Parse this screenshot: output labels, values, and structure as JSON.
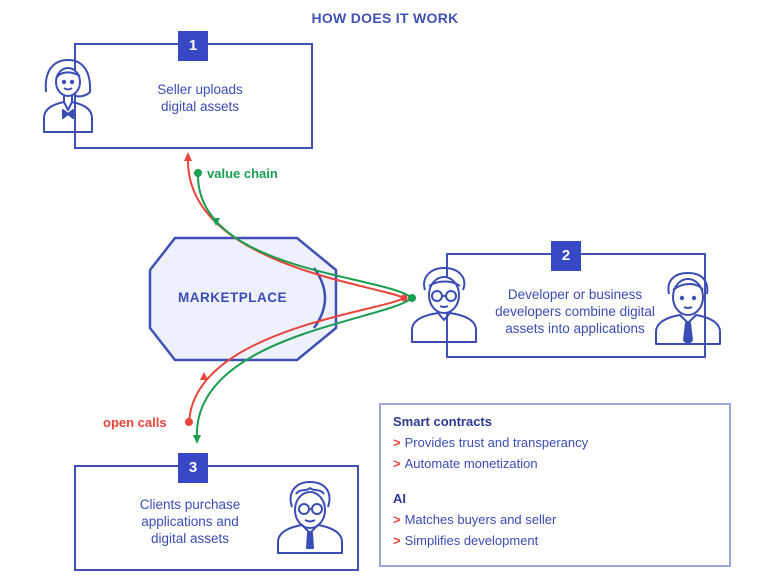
{
  "title": "HOW DOES IT WORK",
  "steps": [
    {
      "number": "1",
      "text_lines": [
        "Seller uploads",
        "digital assets"
      ]
    },
    {
      "number": "2",
      "text_lines": [
        "Developer or business",
        "developers combine digital",
        "assets into applications"
      ]
    },
    {
      "number": "3",
      "text_lines": [
        "Clients purchase",
        "applications and",
        "digital assets"
      ]
    }
  ],
  "marketplace": "MARKETPLACE",
  "flows": {
    "value_chain": {
      "label": "value chain",
      "color": "#1a9e4f"
    },
    "open_calls": {
      "label": "open calls",
      "color": "#e8453c"
    }
  },
  "info": {
    "smart_contracts": {
      "heading": "Smart contracts",
      "items": [
        "Provides trust and transperancy",
        "Automate monetization"
      ]
    },
    "ai": {
      "heading": "AI",
      "items": [
        "Matches buyers and seller",
        "Simplifies development"
      ]
    },
    "bullet": ">"
  },
  "colors": {
    "primary": "#3748c4",
    "box_border": "#3f51b5",
    "marketplace_fill": "#eef1fb"
  }
}
